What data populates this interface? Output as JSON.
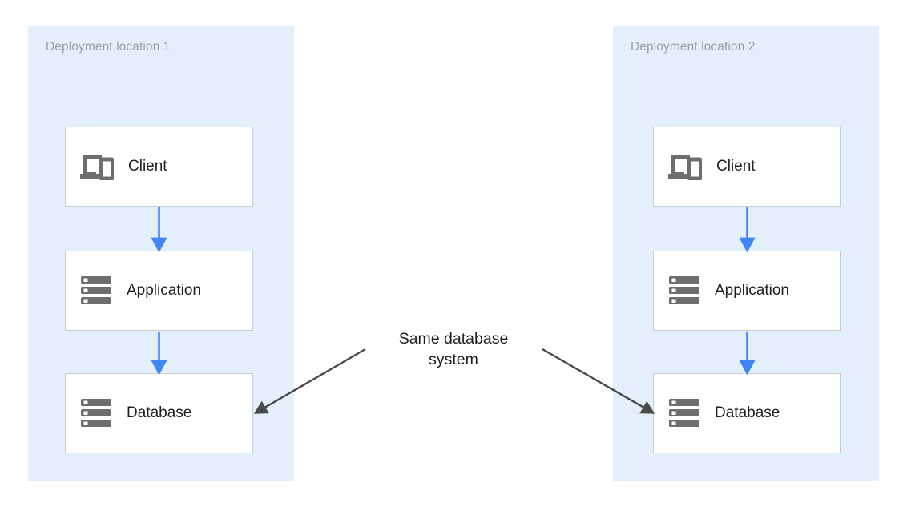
{
  "diagram": {
    "title_note": "Same database system",
    "note_lines": "Same database\nsystem",
    "colors": {
      "panel_background": "#e3effb",
      "node_background": "#ffffff",
      "node_border": "#c8cdd2",
      "panel_label": "#9aa0a6",
      "flow_arrow": "#4285f4",
      "note_arrow": "#4a4a4a",
      "node_icon": "#6e6e6e",
      "node_label": "#1f1f1f"
    },
    "panels": [
      {
        "id": "deployment-location-1",
        "label": "Deployment location 1",
        "nodes": [
          {
            "id": "client",
            "label": "Client",
            "icon": "devices-icon"
          },
          {
            "id": "application",
            "label": "Application",
            "icon": "server-icon"
          },
          {
            "id": "database",
            "label": "Database",
            "icon": "server-icon"
          }
        ],
        "flows": [
          {
            "from": "client",
            "to": "application",
            "color": "#4285f4"
          },
          {
            "from": "application",
            "to": "database",
            "color": "#4285f4"
          }
        ]
      },
      {
        "id": "deployment-location-2",
        "label": "Deployment location 2",
        "nodes": [
          {
            "id": "client",
            "label": "Client",
            "icon": "devices-icon"
          },
          {
            "id": "application",
            "label": "Application",
            "icon": "server-icon"
          },
          {
            "id": "database",
            "label": "Database",
            "icon": "server-icon"
          }
        ],
        "flows": [
          {
            "from": "client",
            "to": "application",
            "color": "#4285f4"
          },
          {
            "from": "application",
            "to": "database",
            "color": "#4285f4"
          }
        ]
      }
    ],
    "annotations": [
      {
        "id": "same-database-system",
        "text": "Same database system",
        "points_to": [
          "deployment-location-1.database",
          "deployment-location-2.database"
        ]
      }
    ]
  }
}
